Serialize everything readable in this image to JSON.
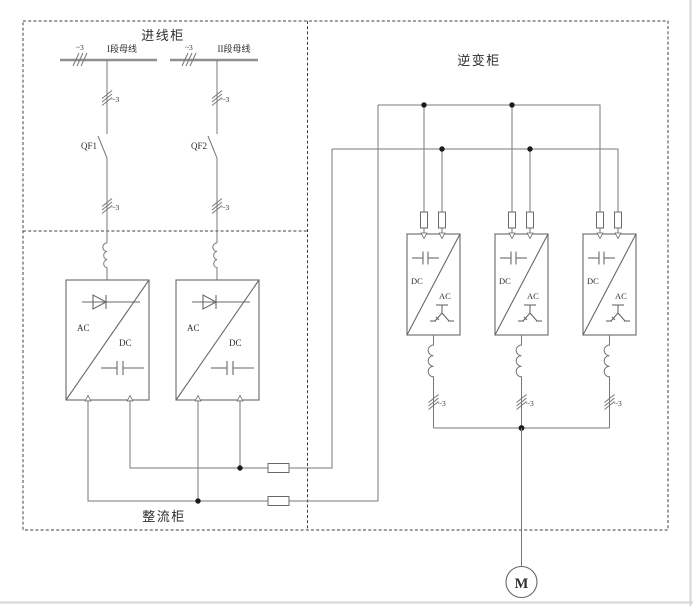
{
  "diagram": {
    "sections": {
      "incoming": "进线柜",
      "rectifier": "整流柜",
      "inverter": "逆变柜"
    },
    "busbars": {
      "bus1": "I段母线",
      "bus2": "II段母线"
    },
    "breakers": {
      "qf1": "QF1",
      "qf2": "QF2"
    },
    "phase_mark": "~3",
    "labels": {
      "ac": "AC",
      "dc": "DC",
      "motor": "M"
    },
    "colors": {
      "background": "#ffffff",
      "wire": "#787878",
      "busbar": "#8f8f8f",
      "border": "#3f3f3f",
      "text": "#2f2f2f"
    }
  }
}
